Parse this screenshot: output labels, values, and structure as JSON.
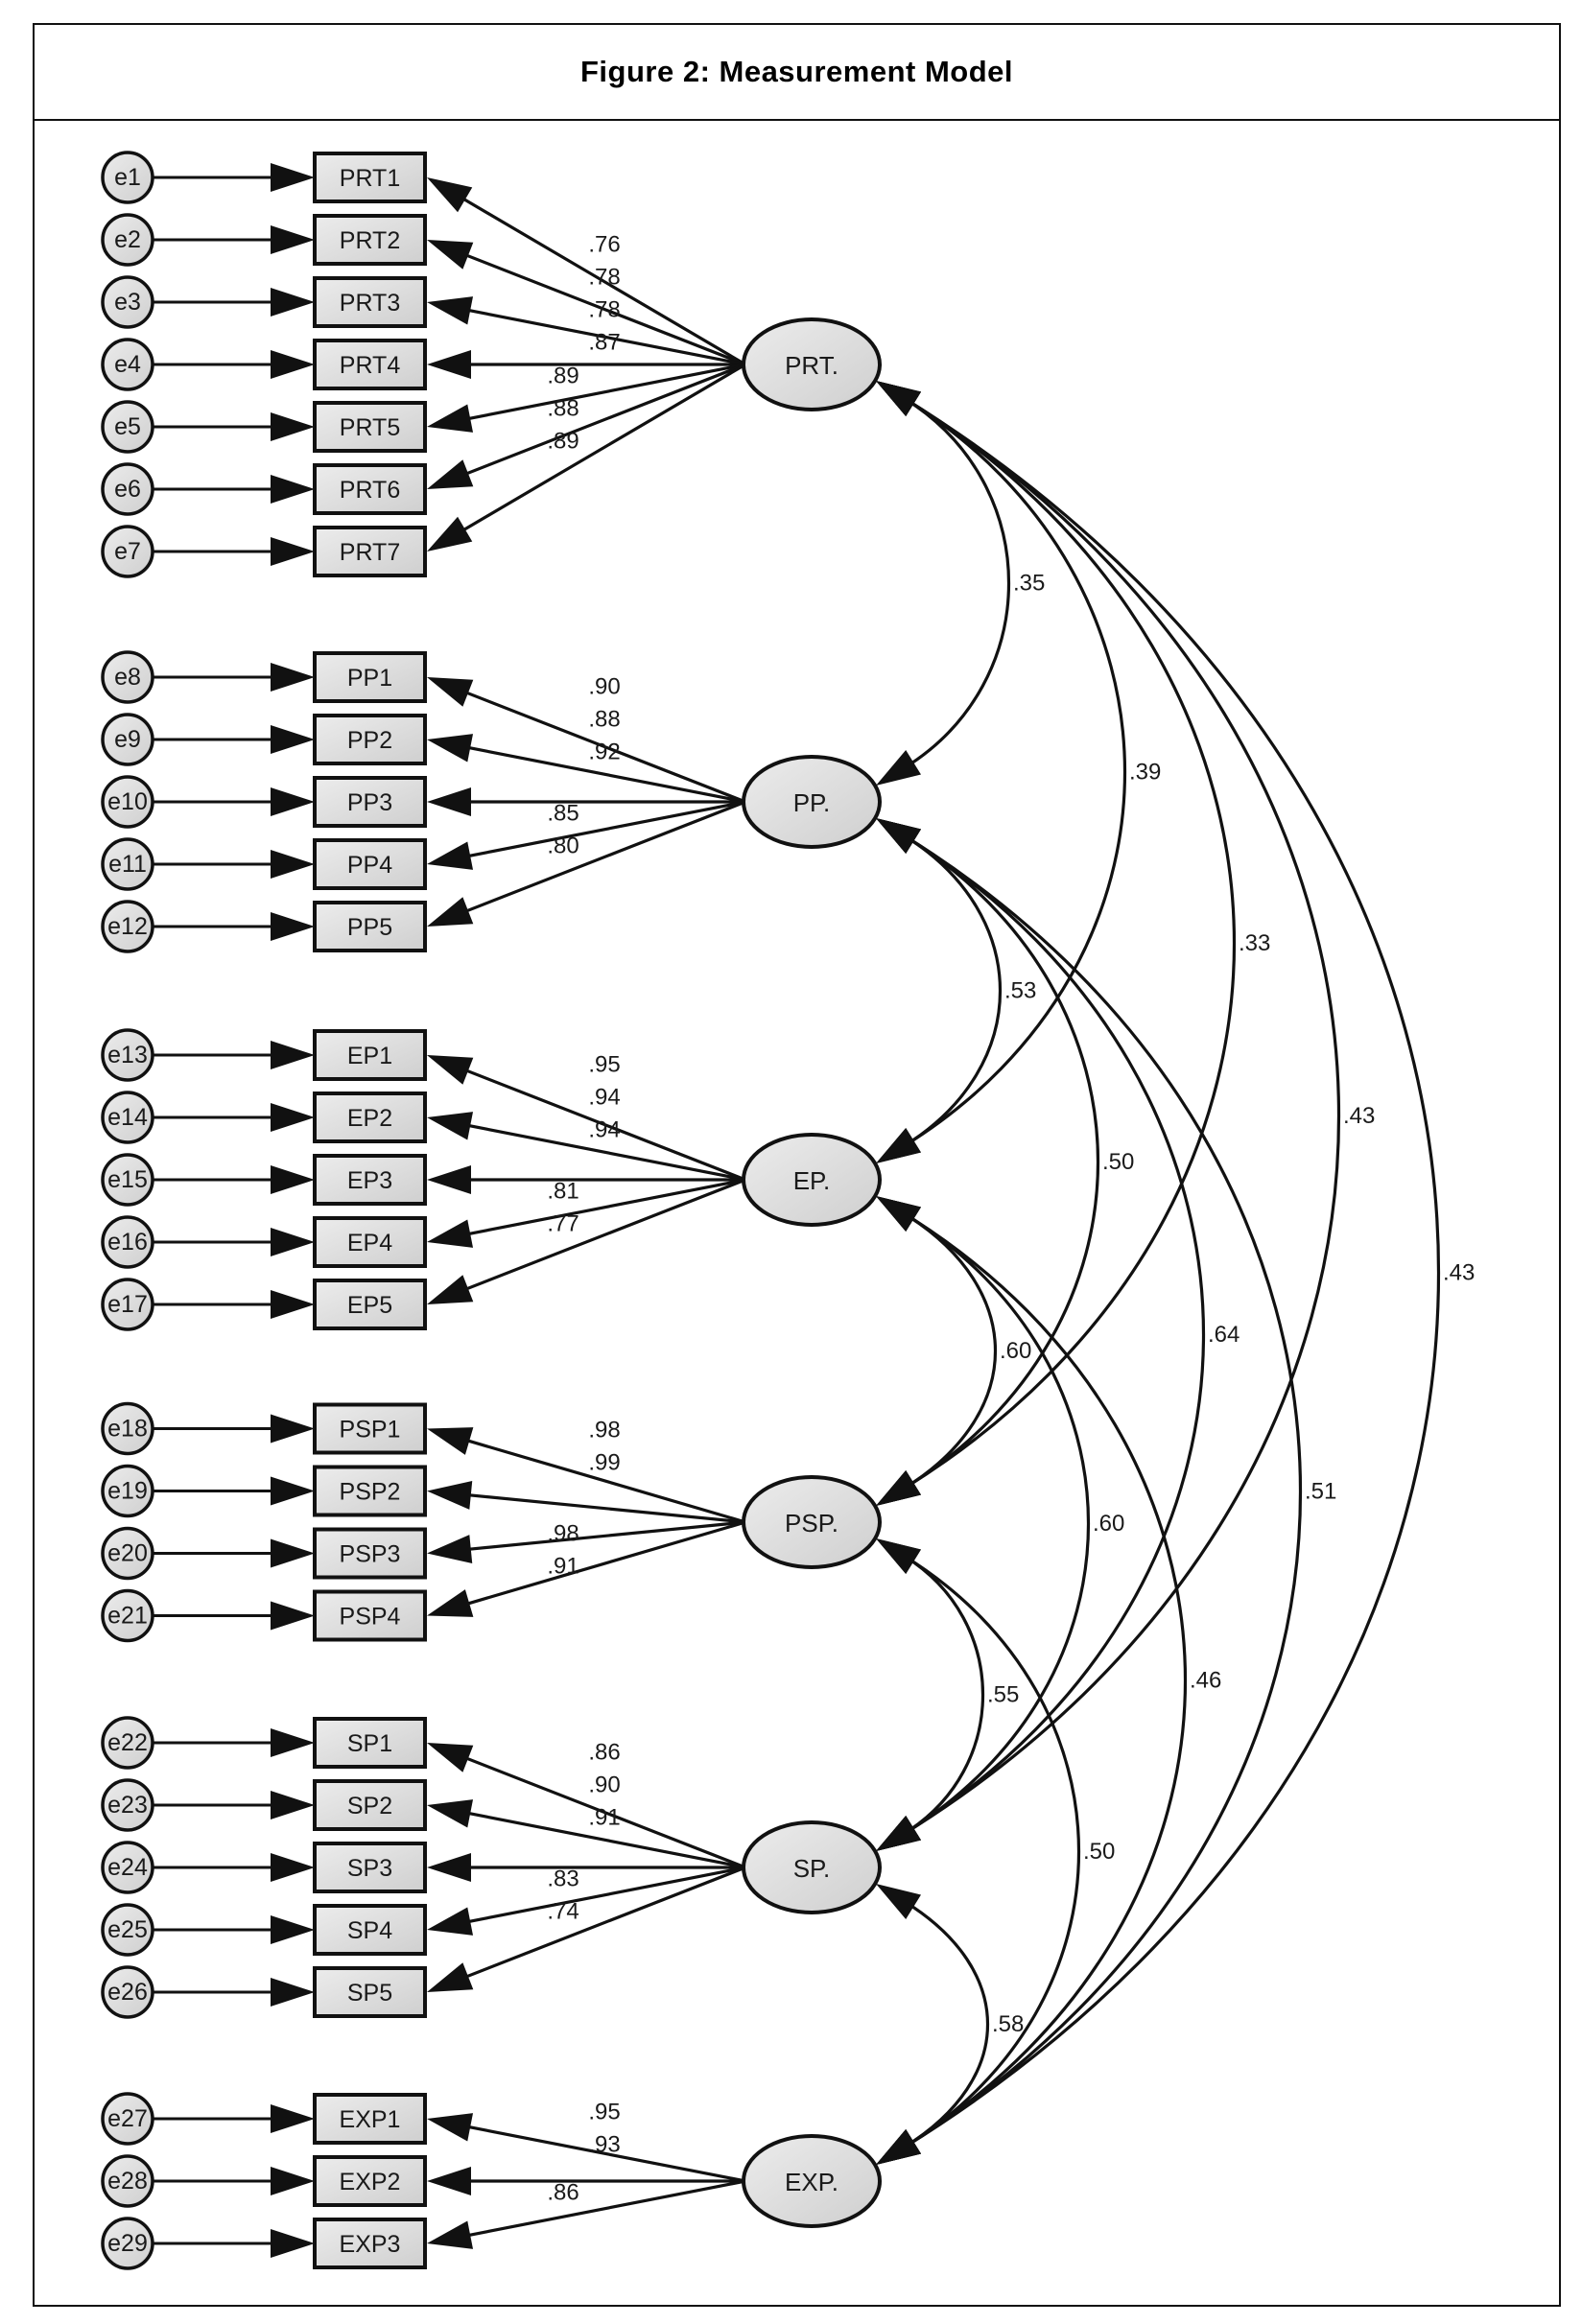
{
  "figure": {
    "title": "Figure 2: Measurement Model"
  },
  "colors": {
    "node_fill_light": "#ececec",
    "node_fill_dark": "#cfcfcf",
    "stroke": "#111111"
  },
  "latents": [
    {
      "id": "PRT",
      "label": "PRT.",
      "indicators": [
        {
          "name": "PRT1",
          "error": "e1",
          "loading": ".76"
        },
        {
          "name": "PRT2",
          "error": "e2",
          "loading": ".78"
        },
        {
          "name": "PRT3",
          "error": "e3",
          "loading": ".78"
        },
        {
          "name": "PRT4",
          "error": "e4",
          "loading": ".87"
        },
        {
          "name": "PRT5",
          "error": "e5",
          "loading": ".89"
        },
        {
          "name": "PRT6",
          "error": "e6",
          "loading": ".88"
        },
        {
          "name": "PRT7",
          "error": "e7",
          "loading": ".89"
        }
      ]
    },
    {
      "id": "PP",
      "label": "PP.",
      "indicators": [
        {
          "name": "PP1",
          "error": "e8",
          "loading": ".90"
        },
        {
          "name": "PP2",
          "error": "e9",
          "loading": ".88"
        },
        {
          "name": "PP3",
          "error": "e10",
          "loading": ".92"
        },
        {
          "name": "PP4",
          "error": "e11",
          "loading": ".85"
        },
        {
          "name": "PP5",
          "error": "e12",
          "loading": ".80"
        }
      ]
    },
    {
      "id": "EP",
      "label": "EP.",
      "indicators": [
        {
          "name": "EP1",
          "error": "e13",
          "loading": ".95"
        },
        {
          "name": "EP2",
          "error": "e14",
          "loading": ".94"
        },
        {
          "name": "EP3",
          "error": "e15",
          "loading": ".94"
        },
        {
          "name": "EP4",
          "error": "e16",
          "loading": ".81"
        },
        {
          "name": "EP5",
          "error": "e17",
          "loading": ".77"
        }
      ]
    },
    {
      "id": "PSP",
      "label": "PSP.",
      "indicators": [
        {
          "name": "PSP1",
          "error": "e18",
          "loading": ".98"
        },
        {
          "name": "PSP2",
          "error": "e19",
          "loading": ".99"
        },
        {
          "name": "PSP3",
          "error": "e20",
          "loading": ".98"
        },
        {
          "name": "PSP4",
          "error": "e21",
          "loading": ".91"
        }
      ]
    },
    {
      "id": "SP",
      "label": "SP.",
      "indicators": [
        {
          "name": "SP1",
          "error": "e22",
          "loading": ".86"
        },
        {
          "name": "SP2",
          "error": "e23",
          "loading": ".90"
        },
        {
          "name": "SP3",
          "error": "e24",
          "loading": ".91"
        },
        {
          "name": "SP4",
          "error": "e25",
          "loading": ".83"
        },
        {
          "name": "SP5",
          "error": "e26",
          "loading": ".74"
        }
      ]
    },
    {
      "id": "EXP",
      "label": "EXP.",
      "indicators": [
        {
          "name": "EXP1",
          "error": "e27",
          "loading": ".95"
        },
        {
          "name": "EXP2",
          "error": "e28",
          "loading": ".93"
        },
        {
          "name": "EXP3",
          "error": "e29",
          "loading": ".86"
        }
      ]
    }
  ],
  "covariances": [
    {
      "from": "PRT",
      "to": "PP",
      "value": ".35"
    },
    {
      "from": "PRT",
      "to": "EP",
      "value": ".39"
    },
    {
      "from": "PRT",
      "to": "PSP",
      "value": ".33"
    },
    {
      "from": "PRT",
      "to": "SP",
      "value": ".43"
    },
    {
      "from": "PRT",
      "to": "EXP",
      "value": ".43"
    },
    {
      "from": "PP",
      "to": "EP",
      "value": ".53"
    },
    {
      "from": "PP",
      "to": "PSP",
      "value": ".50"
    },
    {
      "from": "PP",
      "to": "SP",
      "value": ".64"
    },
    {
      "from": "PP",
      "to": "EXP",
      "value": ".51"
    },
    {
      "from": "EP",
      "to": "PSP",
      "value": ".60"
    },
    {
      "from": "EP",
      "to": "SP",
      "value": ".60"
    },
    {
      "from": "EP",
      "to": "EXP",
      "value": ".46"
    },
    {
      "from": "PSP",
      "to": "SP",
      "value": ".55"
    },
    {
      "from": "PSP",
      "to": "EXP",
      "value": ".50"
    },
    {
      "from": "SP",
      "to": "EXP",
      "value": ".58"
    }
  ]
}
